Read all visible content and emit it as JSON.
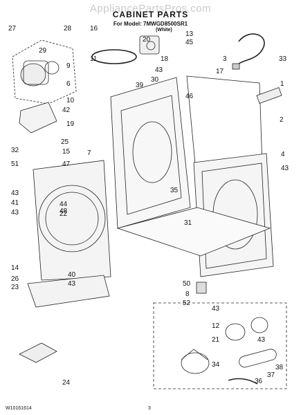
{
  "watermark": "AppliancePartsPros.com",
  "title": "CABINET PARTS",
  "model_line": "For Model: 7MWGD8500SR1",
  "variant": "(White)",
  "footer_left": "W10161614",
  "footer_center": "3",
  "callouts": [
    "27",
    "28",
    "16",
    "13",
    "45",
    "29",
    "20",
    "18",
    "33",
    "3",
    "11",
    "9",
    "43",
    "30",
    "1",
    "17",
    "6",
    "10",
    "39",
    "2",
    "42",
    "46",
    "19",
    "7",
    "32",
    "25",
    "51",
    "15",
    "47",
    "4",
    "43",
    "35",
    "43",
    "41",
    "44",
    "48",
    "31",
    "43",
    "22",
    "14",
    "26",
    "40",
    "43",
    "50",
    "8",
    "23",
    "52",
    "43",
    "21",
    "12",
    "43",
    "34",
    "38",
    "37",
    "36",
    "24"
  ]
}
